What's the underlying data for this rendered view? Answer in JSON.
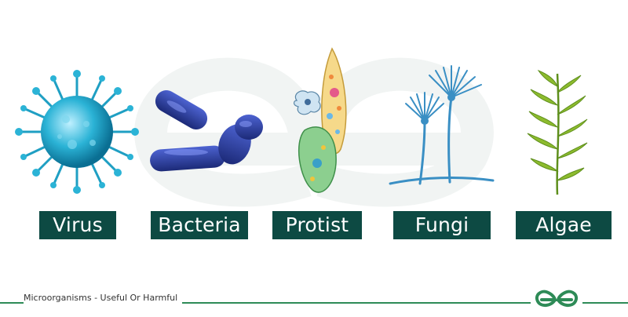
{
  "labels": {
    "virus": "Virus",
    "bacteria": "Bacteria",
    "protist": "Protist",
    "fungi": "Fungi",
    "algae": "Algae"
  },
  "footer": {
    "caption": "Microorganisms - Useful Or Harmful",
    "logo_icon": "geeksforgeeks-logo-icon"
  },
  "colors": {
    "label_bg": "#0d4a43",
    "label_text": "#ffffff",
    "footer_line": "#2e8b57",
    "virus": "#2bb3d6",
    "bacteria": "#2b3f9e",
    "protist_yellow": "#f6d98a",
    "protist_green": "#8ccf8f",
    "fungi": "#3a8fc4",
    "algae": "#8dbb2e"
  }
}
